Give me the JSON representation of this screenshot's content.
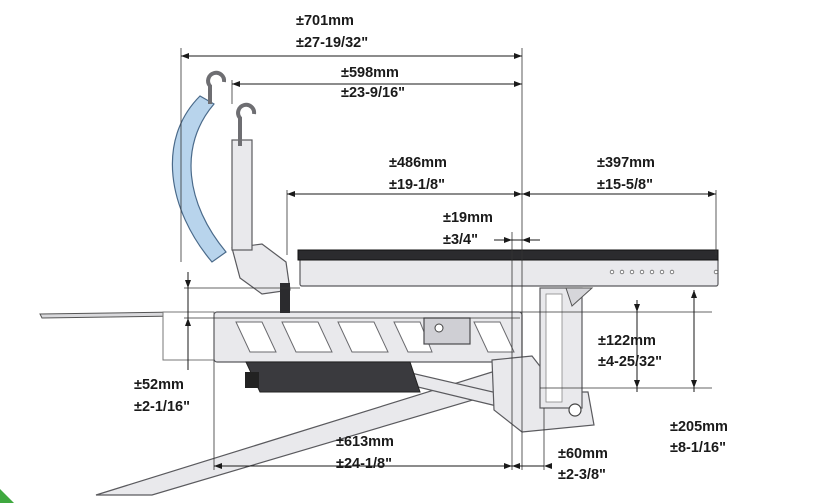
{
  "dimensions": {
    "overall_width": {
      "metric": "±701mm",
      "imperial": "±27-19/32\""
    },
    "hook_to_edge": {
      "metric": "±598mm",
      "imperial": "±23-9/16\""
    },
    "rail_length": {
      "metric": "±486mm",
      "imperial": "±19-1/8\""
    },
    "rail_extension": {
      "metric": "±397mm",
      "imperial": "±15-5/8\""
    },
    "offset": {
      "metric": "±19mm",
      "imperial": "±3/4\""
    },
    "bracket_height": {
      "metric": "±122mm",
      "imperial": "±4-25/32\""
    },
    "frame_height": {
      "metric": "±52mm",
      "imperial": "±2-1/16\""
    },
    "overall_height": {
      "metric": "±205mm",
      "imperial": "±8-1/16\""
    },
    "base_length": {
      "metric": "±613mm",
      "imperial": "±24-1/8\""
    },
    "foot_offset": {
      "metric": "±60mm",
      "imperial": "±2-3/8\""
    }
  },
  "colors": {
    "dimension_text": "#1a1a1a",
    "hook_arc": "#b8d4ec",
    "metal": "#e9e9ec",
    "rail_top": "#2b2b2e",
    "accent_blue": "#3b7dd8"
  }
}
